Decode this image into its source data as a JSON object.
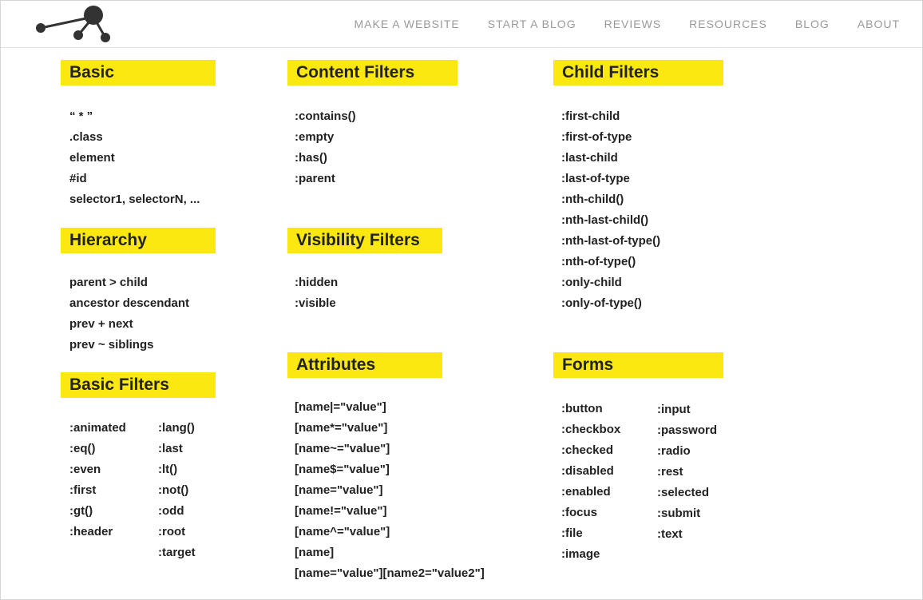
{
  "nav": [
    "MAKE A WEBSITE",
    "START A BLOG",
    "REVIEWS",
    "RESOURCES",
    "BLOG",
    "ABOUT"
  ],
  "sections": {
    "basic": {
      "title": "Basic",
      "items": [
        "“ * ”",
        ".class",
        "element",
        "#id",
        "selector1, selectorN, ..."
      ]
    },
    "hierarchy": {
      "title": "Hierarchy",
      "items": [
        "parent > child",
        "ancestor descendant",
        "prev + next",
        "prev ~ siblings"
      ]
    },
    "basic_filters": {
      "title": "Basic Filters",
      "col1": [
        ":animated",
        ":eq()",
        ":even",
        ":first",
        ":gt()",
        ":header"
      ],
      "col2": [
        ":lang()",
        ":last",
        ":lt()",
        ":not()",
        ":odd",
        ":root",
        ":target"
      ]
    },
    "content": {
      "title": "Content Filters",
      "items": [
        ":contains()",
        ":empty",
        ":has()",
        ":parent"
      ]
    },
    "visibility": {
      "title": "Visibility Filters",
      "items": [
        ":hidden",
        ":visible"
      ]
    },
    "attributes": {
      "title": "Attributes",
      "items": [
        "[name|=\"value\"]",
        "[name*=\"value\"]",
        "[name~=\"value\"]",
        "[name$=\"value\"]",
        "[name=\"value\"]",
        "[name!=\"value\"]",
        "[name^=\"value\"]",
        "[name]",
        "[name=\"value\"][name2=\"value2\"]"
      ]
    },
    "child": {
      "title": "Child Filters",
      "items": [
        ":first-child",
        ":first-of-type",
        ":last-child",
        ":last-of-type",
        ":nth-child()",
        ":nth-last-child()",
        ":nth-last-of-type()",
        ":nth-of-type()",
        ":only-child",
        ":only-of-type()"
      ]
    },
    "forms": {
      "title": "Forms",
      "col1": [
        ":button",
        ":checkbox",
        ":checked",
        ":disabled",
        ":enabled",
        ":focus",
        ":file",
        ":image"
      ],
      "col2": [
        ":input",
        ":password",
        ":radio",
        ":rest",
        ":selected",
        ":submit",
        ":text"
      ]
    }
  }
}
